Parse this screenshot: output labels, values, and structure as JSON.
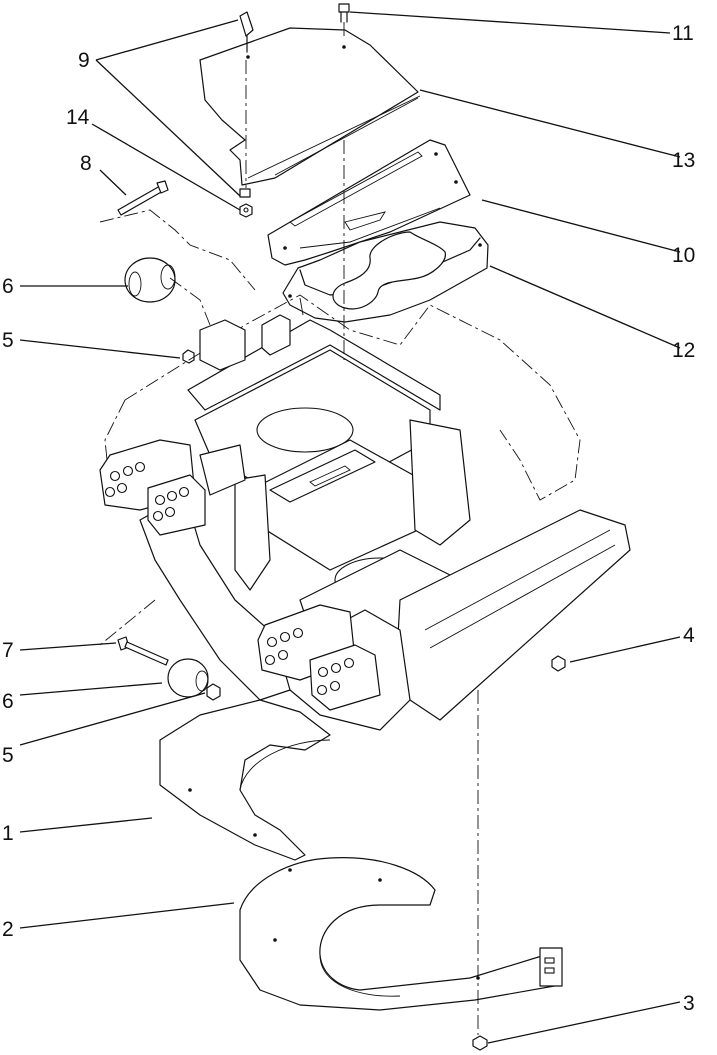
{
  "diagram": {
    "callouts": [
      {
        "id": "c1",
        "label": "1"
      },
      {
        "id": "c2",
        "label": "2"
      },
      {
        "id": "c3",
        "label": "3"
      },
      {
        "id": "c4",
        "label": "4"
      },
      {
        "id": "c5a",
        "label": "5"
      },
      {
        "id": "c5b",
        "label": "5"
      },
      {
        "id": "c6a",
        "label": "6"
      },
      {
        "id": "c6b",
        "label": "6"
      },
      {
        "id": "c7",
        "label": "7"
      },
      {
        "id": "c8",
        "label": "8"
      },
      {
        "id": "c9",
        "label": "9"
      },
      {
        "id": "c10",
        "label": "10"
      },
      {
        "id": "c11",
        "label": "11"
      },
      {
        "id": "c12",
        "label": "12"
      },
      {
        "id": "c13",
        "label": "13"
      },
      {
        "id": "c14",
        "label": "14"
      }
    ]
  }
}
